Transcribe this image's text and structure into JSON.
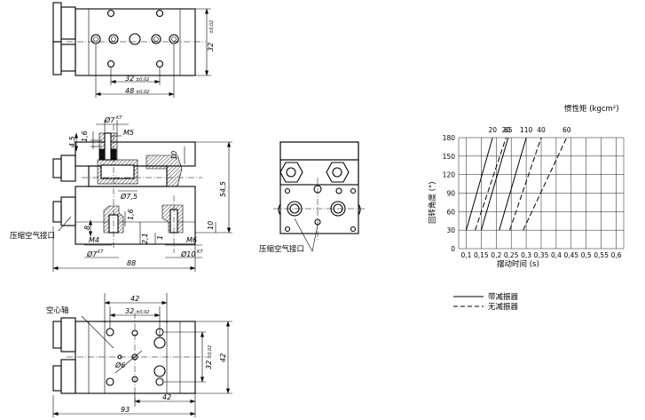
{
  "drawing": {
    "top_view": {
      "dim_height": "32",
      "dim_height_tol": "±0,02",
      "dim_inner": "32",
      "dim_inner_tol": "±0,02",
      "dim_outer": "48",
      "dim_outer_tol": "±0,02"
    },
    "side_view": {
      "dim_d7": "Ø7",
      "dim_d7_fit": "K7",
      "dim_m5": "M5",
      "dim_16a": "1,6",
      "dim_45": "4,5",
      "dim_10a": "10",
      "dim_545": "54,5",
      "dim_75": "Ø7,5",
      "dim_16b": "1,6",
      "dim_8": "8",
      "dim_21": "2,1",
      "dim_1": "1",
      "dim_10b": "10",
      "dim_m4": "M4",
      "dim_m6": "M6",
      "dim_d7b": "Ø7",
      "dim_d7b_fit": "K7",
      "dim_d10": "Ø10",
      "dim_d10_fit": "K7",
      "dim_88": "88",
      "air_port_label": "压缩空气接口"
    },
    "front_view": {
      "air_port_label": "压缩空气接口"
    },
    "bottom_view": {
      "hollow_shaft_label": "空心轴",
      "dim_42top": "42",
      "dim_32": "32",
      "dim_32_tol": "±0,02",
      "dim_d6": "Ø6",
      "dim_32v": "32",
      "dim_32v_tol": "±0,02",
      "dim_42v": "42",
      "dim_42b": "42",
      "dim_93": "93"
    }
  },
  "chart_data": {
    "type": "line",
    "title": "惯性矩 (kgcm²)",
    "xlabel": "摆动时间 (s)",
    "ylabel": "回转角度 (°)",
    "x_ticks": [
      "0,1",
      "0,15",
      "0,2",
      "0,25",
      "0,3",
      "0,35",
      "0,4",
      "0,45",
      "0,5",
      "0,55",
      "0,6"
    ],
    "y_ticks": [
      "0",
      "30",
      "60",
      "90",
      "120",
      "150",
      "180"
    ],
    "xlim": [
      0.075,
      0.625
    ],
    "ylim": [
      0,
      180
    ],
    "grid": true,
    "legend_position": "bottom",
    "legend": [
      {
        "label": "带减振器",
        "style": "solid"
      },
      {
        "label": "无减振器",
        "style": "dashed"
      }
    ],
    "series": [
      {
        "name": "20",
        "style": "solid",
        "x": [
          0.1,
          0.188
        ],
        "y": [
          30,
          180
        ]
      },
      {
        "name": "65",
        "style": "solid",
        "x": [
          0.15,
          0.24
        ],
        "y": [
          30,
          180
        ]
      },
      {
        "name": "110",
        "style": "solid",
        "x": [
          0.21,
          0.3
        ],
        "y": [
          30,
          180
        ]
      },
      {
        "name": "20",
        "style": "dashed",
        "x": [
          0.13,
          0.233
        ],
        "y": [
          30,
          180
        ]
      },
      {
        "name": "40",
        "style": "dashed",
        "x": [
          0.245,
          0.35
        ],
        "y": [
          30,
          180
        ]
      },
      {
        "name": "60",
        "style": "dashed",
        "x": [
          0.29,
          0.435
        ],
        "y": [
          30,
          180
        ]
      }
    ],
    "curve_labels": [
      "20",
      "65",
      "110",
      "20",
      "40",
      "60"
    ]
  }
}
